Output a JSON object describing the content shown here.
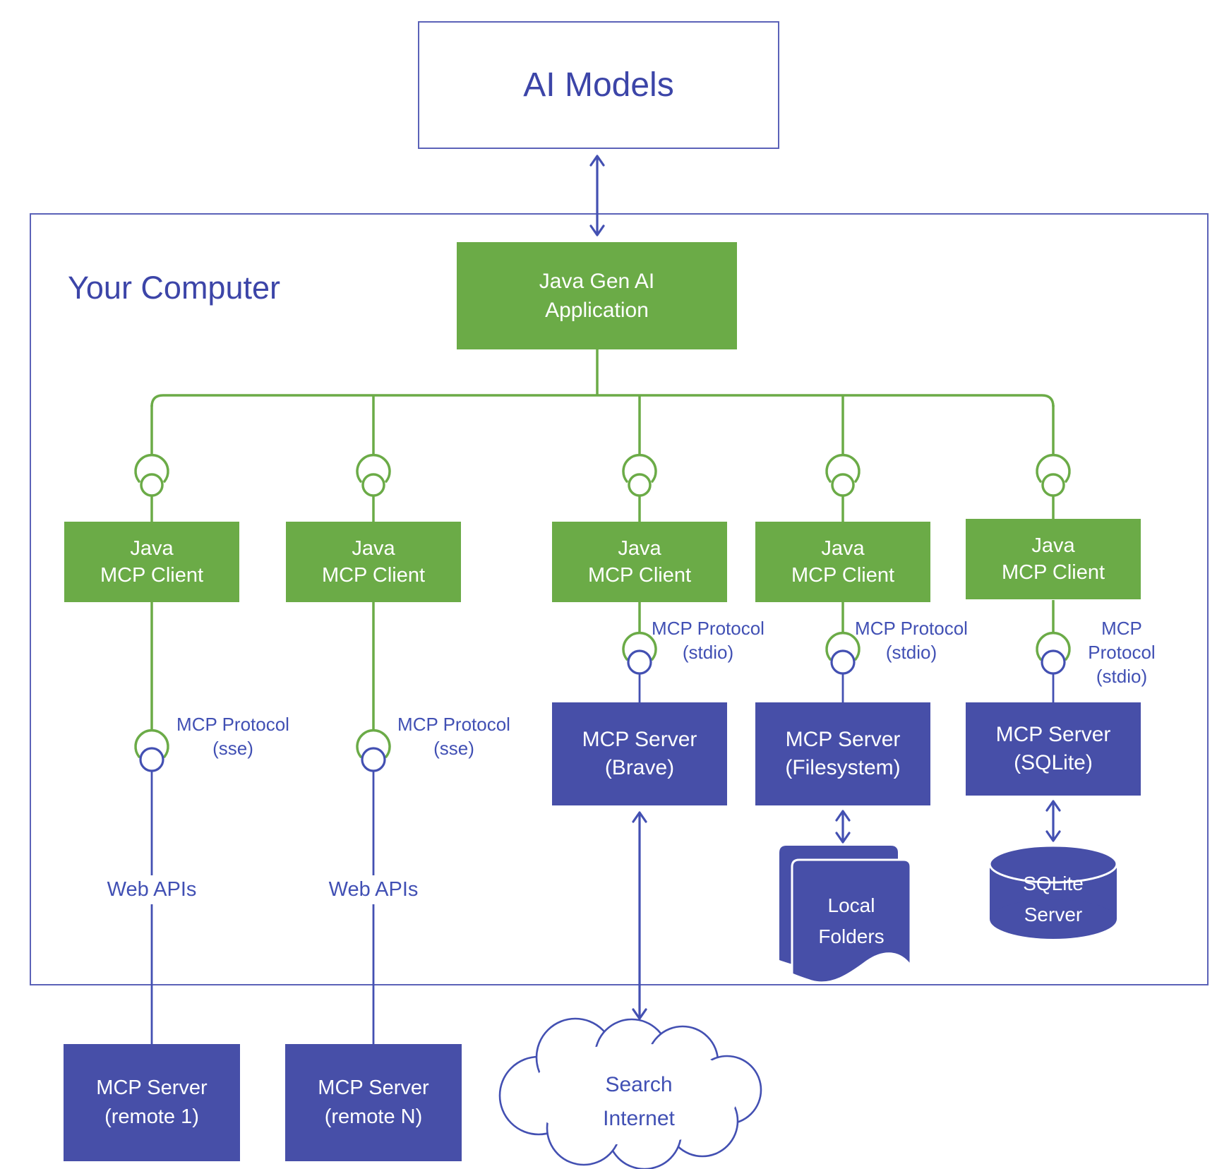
{
  "title_box": {
    "label": "AI Models"
  },
  "computer": {
    "label": "Your Computer"
  },
  "app_box": {
    "line1": "Java Gen AI",
    "line2": "Application"
  },
  "client_box": {
    "line1": "Java",
    "line2": "MCP Client"
  },
  "labels": {
    "protocol": "MCP Protocol",
    "sse": "(sse)",
    "stdio": "(stdio)",
    "web_apis": "Web APIs"
  },
  "servers": {
    "brave": {
      "line1": "MCP Server",
      "line2": "(Brave)"
    },
    "filesystem": {
      "line1": "MCP Server",
      "line2": "(Filesystem)"
    },
    "sqlite": {
      "line1": "MCP Server",
      "line2": "(SQLite)"
    },
    "remote1": {
      "line1": "MCP Server",
      "line2": "(remote 1)"
    },
    "remoteN": {
      "line1": "MCP Server",
      "line2": "(remote N)"
    }
  },
  "storage": {
    "folders": {
      "line1": "Local",
      "line2": "Folders"
    },
    "sqlite": {
      "line1": "SQLite",
      "line2": "Server"
    }
  },
  "cloud": {
    "line1": "Search",
    "line2": "Internet"
  },
  "icons": {
    "connector": "uml-socket-ball-connector-icon",
    "folders": "stacked-documents-icon",
    "database": "database-cylinder-icon",
    "cloud": "cloud-icon",
    "arrow": "double-headed-arrow-icon"
  },
  "colors": {
    "green": "#6BAB47",
    "blue": "#474FA8",
    "title_blue": "#3C45A8",
    "label_blue": "#4150B4",
    "line_blue": "#4350B2",
    "border_blue": "#5B62B8"
  }
}
